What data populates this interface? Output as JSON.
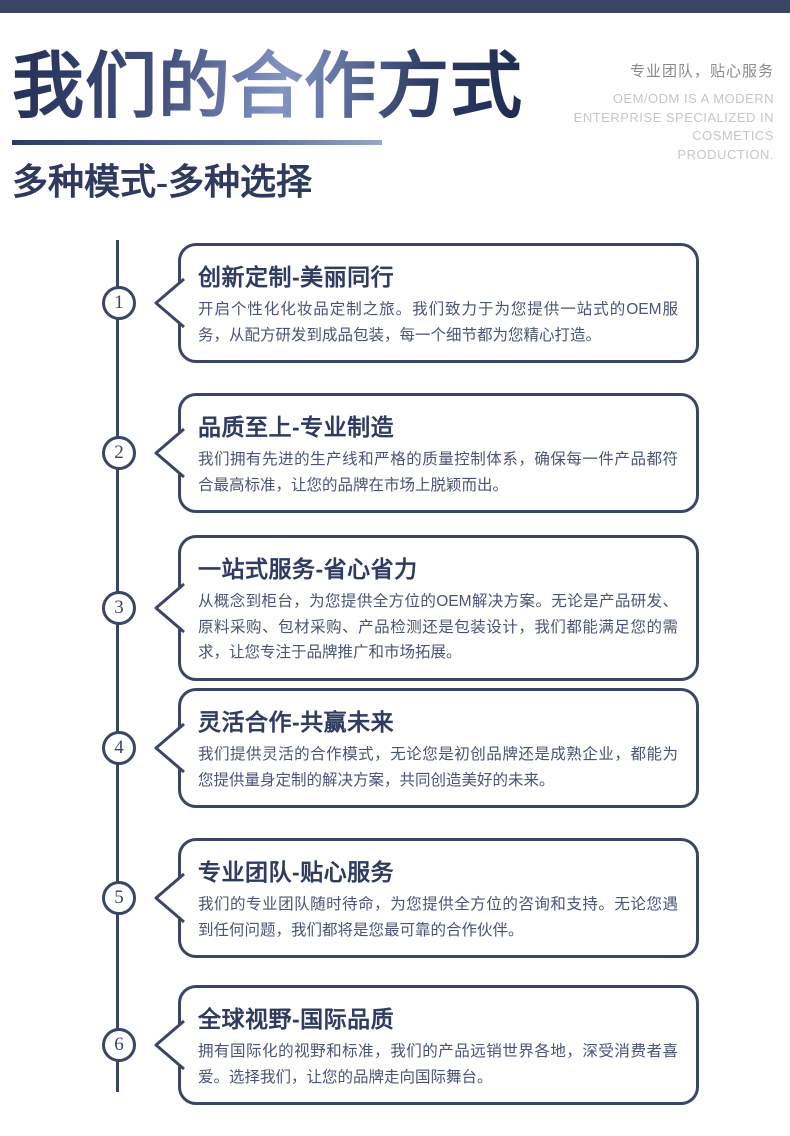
{
  "colors": {
    "top_bar": "#3a4464",
    "accent_navy": "#3b4565",
    "title_gradient_dark": "#27335a",
    "title_gradient_light": "#8495c4",
    "card_title_text": "#2f3b60",
    "card_body_text": "#4a5474",
    "tagline_cn_gray": "#8a8a8a",
    "tagline_en_gray": "#c6c6c6"
  },
  "header": {
    "title": "我们的合作方式",
    "subtitle": "多种模式-多种选择",
    "tagline_cn": "专业团队，贴心服务",
    "tagline_en_line1": "OEM/ODM IS A MODERN",
    "tagline_en_line2": "ENTERPRISE SPECIALIZED IN",
    "tagline_en_line3": "COSMETICS",
    "tagline_en_line4": "PRODUCTION."
  },
  "timeline": {
    "items": [
      {
        "num": "1",
        "title": "创新定制-美丽同行",
        "body": "开启个性化化妆品定制之旅。我们致力于为您提供一站式的OEM服务，从配方研发到成品包装，每一个细节都为您精心打造。"
      },
      {
        "num": "2",
        "title": "品质至上-专业制造",
        "body": "我们拥有先进的生产线和严格的质量控制体系，确保每一件产品都符合最高标准，让您的品牌在市场上脱颖而出。"
      },
      {
        "num": "3",
        "title": "一站式服务-省心省力",
        "body": "从概念到柜台，为您提供全方位的OEM解决方案。无论是产品研发、原料采购、包材采购、产品检测还是包装设计，我们都能满足您的需求，让您专注于品牌推广和市场拓展。"
      },
      {
        "num": "4",
        "title": "灵活合作-共赢未来",
        "body": "我们提供灵活的合作模式，无论您是初创品牌还是成熟企业，都能为您提供量身定制的解决方案，共同创造美好的未来。"
      },
      {
        "num": "5",
        "title": "专业团队-贴心服务",
        "body": "我们的专业团队随时待命，为您提供全方位的咨询和支持。无论您遇到任何问题，我们都将是您最可靠的合作伙伴。"
      },
      {
        "num": "6",
        "title": "全球视野-国际品质",
        "body": "拥有国际化的视野和标准，我们的产品远销世界各地，深受消费者喜爱。选择我们，让您的品牌走向国际舞台。"
      }
    ]
  }
}
